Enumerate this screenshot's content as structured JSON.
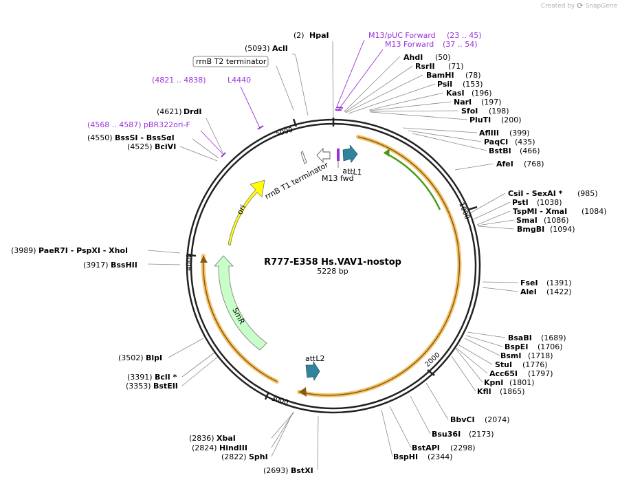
{
  "branding": {
    "prefix": "Created by",
    "name": "SnapGene"
  },
  "plasmid": {
    "name": "R777-E358 Hs.VAV1-nostop",
    "length": "5228 bp",
    "bp": 5228
  },
  "ticks": [
    "1000",
    "2000",
    "3000",
    "4000",
    "5000"
  ],
  "features": {
    "rrnB_T2": "rrnB T2 terminator",
    "rrnB_T1": "rrnB T1 terminator",
    "attL1": "attL1",
    "M13fwd": "M13 fwd",
    "ori": "ori",
    "SmR": "SmR",
    "attL2": "attL2"
  },
  "sites": [
    {
      "pos": "(2)",
      "name": "HpaI",
      "side": "L"
    },
    {
      "pos": "(5093)",
      "name": "AclI",
      "side": "L"
    },
    {
      "pos": "(4621)",
      "name": "DrdI",
      "side": "L"
    },
    {
      "pos": "(4550)",
      "name": "BssSI  -  BssSαI",
      "side": "L"
    },
    {
      "pos": "(4525)",
      "name": "BciVI",
      "side": "L"
    },
    {
      "pos": "(3989)",
      "name": "PaeR7I  -  PspXI  -  XhoI",
      "side": "L"
    },
    {
      "pos": "(3917)",
      "name": "BssHII",
      "side": "L"
    },
    {
      "pos": "(3502)",
      "name": "BlpI",
      "side": "L"
    },
    {
      "pos": "(3391)",
      "name": "BclI *",
      "side": "L"
    },
    {
      "pos": "(3353)",
      "name": "BstEII",
      "side": "L"
    },
    {
      "pos": "(2836)",
      "name": "XbaI",
      "side": "L"
    },
    {
      "pos": "(2824)",
      "name": "HindIII",
      "side": "L"
    },
    {
      "pos": "(2822)",
      "name": "SphI",
      "side": "L"
    },
    {
      "pos": "(2693)",
      "name": "BstXI",
      "side": "L"
    },
    {
      "pos": "(50)",
      "name": "AhdI",
      "side": "R"
    },
    {
      "pos": "(71)",
      "name": "RsrII",
      "side": "R"
    },
    {
      "pos": "(78)",
      "name": "BamHI",
      "side": "R"
    },
    {
      "pos": "(153)",
      "name": "PsiI",
      "side": "R"
    },
    {
      "pos": "(196)",
      "name": "KasI",
      "side": "R"
    },
    {
      "pos": "(197)",
      "name": "NarI",
      "side": "R"
    },
    {
      "pos": "(198)",
      "name": "SfoI",
      "side": "R"
    },
    {
      "pos": "(200)",
      "name": "PluTI",
      "side": "R"
    },
    {
      "pos": "(399)",
      "name": "AflIII",
      "side": "R"
    },
    {
      "pos": "(435)",
      "name": "PaqCI",
      "side": "R"
    },
    {
      "pos": "(466)",
      "name": "BstBI",
      "side": "R"
    },
    {
      "pos": "(768)",
      "name": "AfeI",
      "side": "R"
    },
    {
      "pos": "(985)",
      "name": "CsiI  -  SexAI *",
      "side": "R"
    },
    {
      "pos": "(1038)",
      "name": "PstI",
      "side": "R"
    },
    {
      "pos": "(1084)",
      "name": "TspMI  -  XmaI",
      "side": "R"
    },
    {
      "pos": "(1086)",
      "name": "SmaI",
      "side": "R"
    },
    {
      "pos": "(1094)",
      "name": "BmgBI",
      "side": "R"
    },
    {
      "pos": "(1391)",
      "name": "FseI",
      "side": "R"
    },
    {
      "pos": "(1422)",
      "name": "AleI",
      "side": "R"
    },
    {
      "pos": "(1689)",
      "name": "BsaBI",
      "side": "R"
    },
    {
      "pos": "(1706)",
      "name": "BspEI",
      "side": "R"
    },
    {
      "pos": "(1718)",
      "name": "BsmI",
      "side": "R"
    },
    {
      "pos": "(1776)",
      "name": "StuI",
      "side": "R"
    },
    {
      "pos": "(1797)",
      "name": "Acc65I",
      "side": "R"
    },
    {
      "pos": "(1801)",
      "name": "KpnI",
      "side": "R"
    },
    {
      "pos": "(1865)",
      "name": "KflI",
      "side": "R"
    },
    {
      "pos": "(2074)",
      "name": "BbvCI",
      "side": "R"
    },
    {
      "pos": "(2173)",
      "name": "Bsu36I",
      "side": "R"
    },
    {
      "pos": "(2298)",
      "name": "BstAPI",
      "side": "R"
    },
    {
      "pos": "(2344)",
      "name": "BspHI",
      "side": "R"
    }
  ],
  "primers": [
    {
      "name": "M13/pUC Forward",
      "range": "(23 .. 45)"
    },
    {
      "name": "M13 Forward",
      "range": "(37 .. 54)"
    },
    {
      "name": "L4440",
      "range": "(4821 .. 4838)"
    },
    {
      "name": "pBR322ori-F",
      "range": "(4568 .. 4587)"
    }
  ],
  "colors": {
    "backbone": "#222222",
    "primer": "#9b30d9",
    "orf_outline": "#f4c36a",
    "orf_core": "#8a5a10",
    "ori": "#ffff00",
    "smr": "#c8ffc8",
    "att": "#31849b",
    "green_arc": "#4a9a1a"
  }
}
